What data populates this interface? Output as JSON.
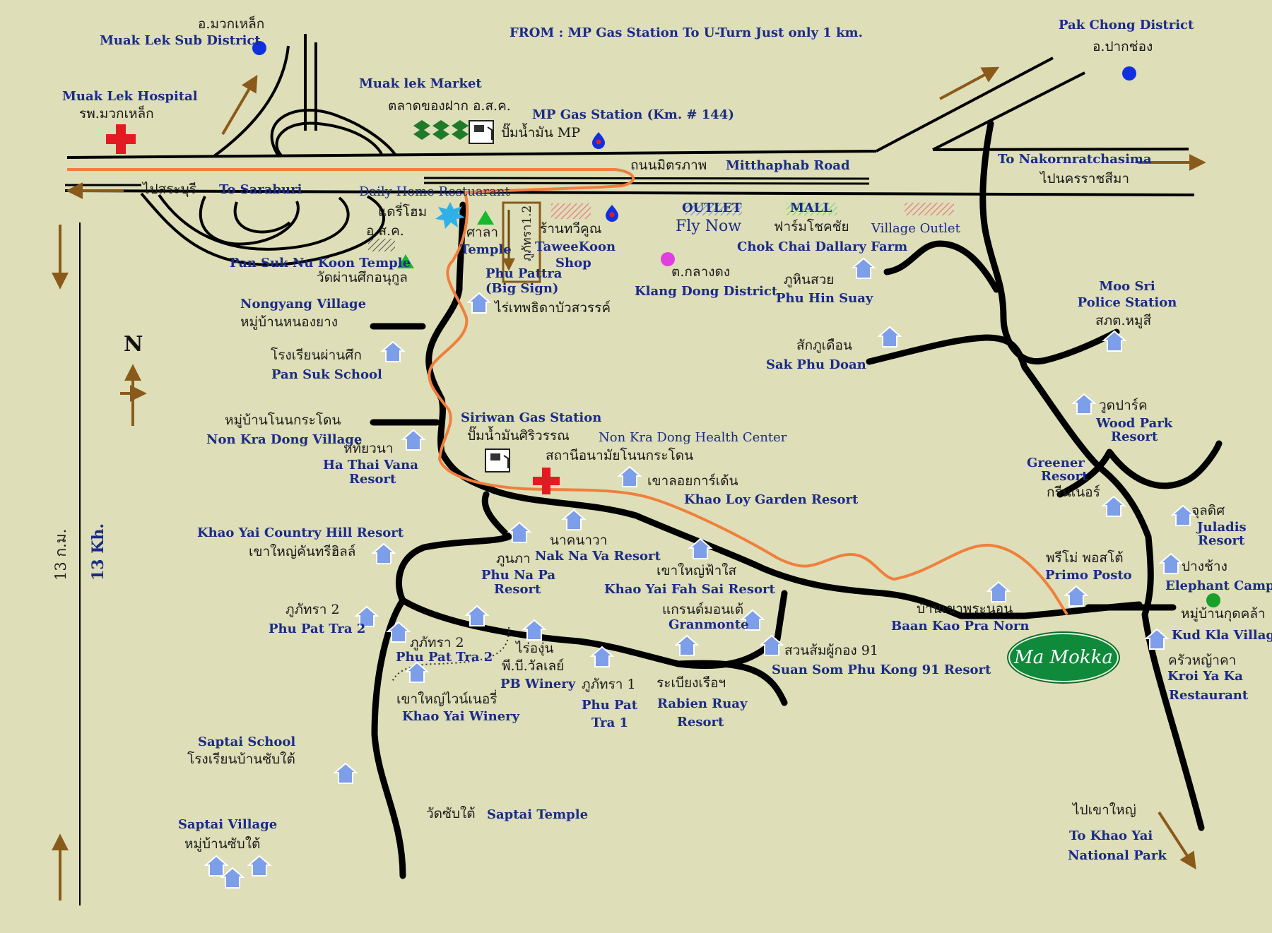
{
  "header": {
    "note": "FROM : MP Gas Station To U-Turn Just only 1 km."
  },
  "compass": {
    "letter": "N"
  },
  "distance": {
    "thai": "13 ก.ม.",
    "english": "13 Kh."
  },
  "brand": {
    "name": "Ma Mokka",
    "color": "#0f8a3a"
  },
  "colors": {
    "route": "#f07f3c",
    "road": "#000000",
    "label": "#1b2b86",
    "hospital_cross": "#e21b23",
    "district_dot": "#1030e0",
    "temple_marker": "#18b82e",
    "house_icon": "#7d9ee8"
  },
  "places": {
    "muak_lek_sub_th": "อ.มวกเหล็ก",
    "muak_lek_sub_en": "Muak Lek Sub District",
    "muak_lek_hospital_en": "Muak Lek Hospital",
    "muak_lek_hospital_th": "รพ.มวกเหล็ก",
    "muak_lek_market_en": "Muak lek Market",
    "muak_lek_market_th": "ตลาดของฝาก อ.ส.ค.",
    "mp_gas_en": "MP Gas Station (Km. # 144)",
    "mp_gas_th": "ปั๊มน้ำมัน MP",
    "pak_chong_en": "Pak Chong District",
    "pak_chong_th": "อ.ปากช่อง",
    "mitthaphab_th": "ถนนมิตรภาพ",
    "mitthaphab_en": "Mitthaphab Road",
    "nakorn_en": "To Nakornratchasima",
    "nakorn_th": "ไปนครราชสีมา",
    "saraburi_th": "ไปสระบุรี",
    "saraburi_en": "To Saraburi",
    "daily_home": "Daily Home Restuarant",
    "dairy_home_th": "แดรี่โฮม",
    "osk_th": "อ.ส.ค.",
    "pan_suk_temple_en": "Pan Suk Nu Koon Temple",
    "pan_suk_temple_th": "วัดผ่านศึกอนุกูล",
    "sala_th": "ศาลา",
    "temple_en": "Temple",
    "phu_pattra_vert": "ภูภัทรา1.2",
    "phu_pattra_en": "Phu Pattra",
    "big_sign": "(Big Sign)",
    "taweekoon_th": "ร้านทวีคูณ",
    "taweekoon_en": "TaweeKoon",
    "shop": "Shop",
    "outlet": "OUTLET",
    "fly_now": "Fly Now",
    "mall": "MALL",
    "chok_chai_th": "ฟาร์มโชคชัย",
    "chok_chai_en": "Chok Chai Dallary Farm",
    "village_outlet": "Village Outlet",
    "klang_dong_th": "ต.กลางดง",
    "klang_dong_en": "Klang Dong District",
    "phu_hin_th": "ภูหินสวย",
    "phu_hin_en": "Phu Hin Suay",
    "rai_thep_th": "ไร่เทพธิดาบัวสวรรค์",
    "nongyang_en": "Nongyang Village",
    "nongyang_th": "หมู่บ้านหนองยาง",
    "pan_suk_school_th": "โรงเรียนผ่านศึก",
    "pan_suk_school_en": "Pan Suk School",
    "sak_phu_th": "สักภูเดือน",
    "sak_phu_en": "Sak Phu Doan",
    "moo_sri_1": "Moo Sri",
    "moo_sri_2": "Police Station",
    "moo_sri_th": "สภต.หมูสี",
    "wood_park_th": "วูดปาร์ค",
    "wood_park_1": "Wood Park",
    "wood_park_2": "Resort",
    "non_kra_dong_th": "หมู่บ้านโนนกระโดน",
    "non_kra_dong_en": "Non Kra Dong Village",
    "siriwan_en": "Siriwan Gas Station",
    "siriwan_th": "ปั๊มน้ำมันศิริวรรณ",
    "health_en": "Non Kra Dong Health Center",
    "health_th": "สถานีอนามัยโนนกระโดน",
    "ha_thai_th": "หทัยวนา",
    "ha_thai_1": "Ha Thai Vana",
    "ha_thai_2": "Resort",
    "khao_loy_th": "เขาลอยการ์เด้น",
    "khao_loy_en": "Khao Loy Garden Resort",
    "greener_1": "Greener",
    "greener_2": "Resort",
    "greener_th": "กรีนเนอร์",
    "juladis_th": "จุลดิศ",
    "juladis_1": "Juladis",
    "juladis_2": "Resort",
    "country_hill_en": "Khao Yai Country Hill Resort",
    "country_hill_th": "เขาใหญ่คันทรีฮิลล์",
    "phu_na_pa_th": "ภูนภา",
    "phu_na_pa_1": "Phu Na Pa",
    "phu_na_pa_2": "Resort",
    "nak_na_va_th": "นาคนาวา",
    "nak_na_va_en": "Nak Na Va Resort",
    "fah_sai_th": "เขาใหญ่ฟ้าใส",
    "fah_sai_en": "Khao Yai Fah Sai Resort",
    "primo_th": "พรีโม่ พอสโต้",
    "primo_en": "Primo Posto",
    "elephant_th": "ปางช้าง",
    "elephant_en": "Elephant Camp",
    "phu_pat_2a_th": "ภูภัทรา 2",
    "phu_pat_2a_en": "Phu Pat Tra 2",
    "phu_pat_2b_th": "ภูภัทรา 2",
    "phu_pat_2b_en": "Phu Pat Tra 2",
    "granmonte_th": "แกรนด์มอนเต้",
    "granmonte_en": "Granmonte",
    "baan_kao_th": "บ้านเขาพระนอน",
    "baan_kao_en": "Baan Kao Pra Norn",
    "kud_kla_th": "หมู่บ้านกุดคล้า",
    "kud_kla_en": "Kud Kla Village",
    "rai_oon_th": "ไร่องุ่น",
    "pb_th": "พี.บี.วัลเลย์",
    "pb_en": "PB Winery",
    "phu_pat_1_th": "ภูภัทรา 1",
    "phu_pat_1_a": "Phu Pat",
    "phu_pat_1_b": "Tra 1",
    "rabien_th": "ระเบียงเรือฯ",
    "rabien_1": "Rabien Ruay",
    "rabien_2": "Resort",
    "suan_som_th": "สวนส้มผู้กอง 91",
    "suan_som_en": "Suan Som Phu Kong 91 Resort",
    "kroi_th": "ครัวหญ้าคา",
    "kroi_1": "Kroi Ya Ka",
    "kroi_2": "Restaurant",
    "winery_th": "เขาใหญ่ไวน์เนอรี่",
    "winery_en": "Khao Yai Winery",
    "saptai_school_en": "Saptai School",
    "saptai_school_th": "โรงเรียนบ้านซับใต้",
    "saptai_temple_th": "วัดซับใต้",
    "saptai_temple_en": "Saptai Temple",
    "saptai_village_en": "Saptai Village",
    "saptai_village_th": "หมู่บ้านซับใต้",
    "khao_yai_th": "ไปเขาใหญ่",
    "khao_yai_1": "To Khao Yai",
    "khao_yai_2": "National Park"
  }
}
